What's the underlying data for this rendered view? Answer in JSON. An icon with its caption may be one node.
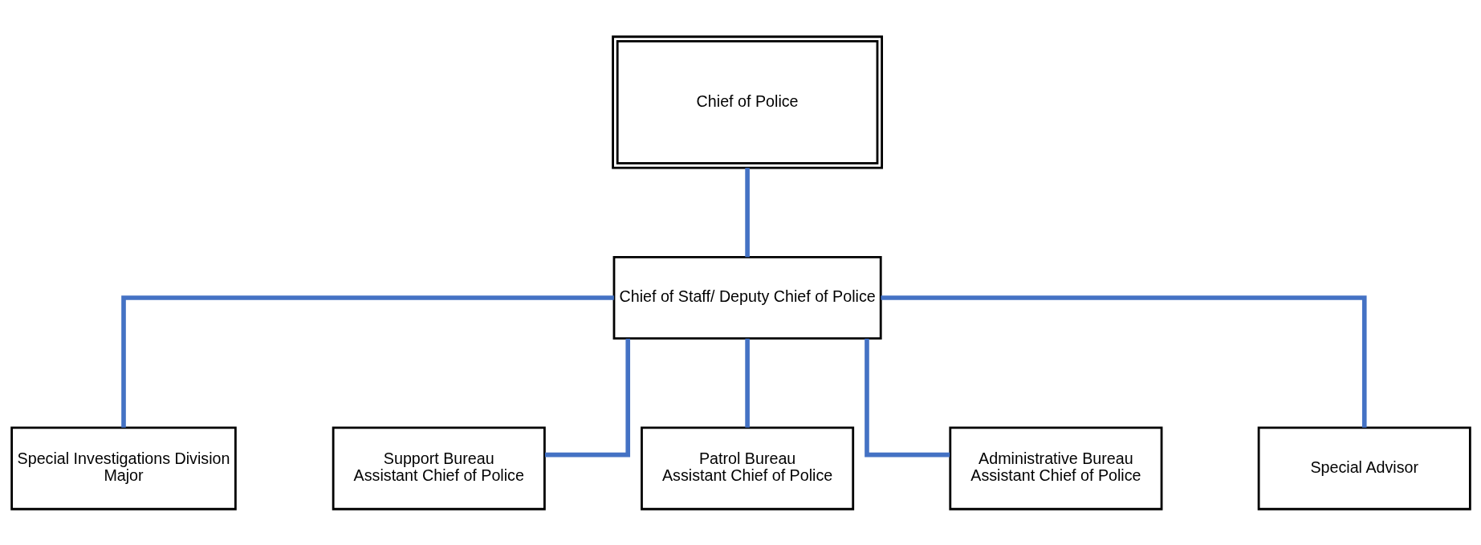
{
  "diagram": {
    "nodes": [
      {
        "text": [
          "Chief of Police"
        ]
      },
      {
        "text": [
          "Chief of Staff/ Deputy Chief of Police"
        ]
      },
      {
        "text": [
          "Special Investigations Division",
          "Major"
        ]
      },
      {
        "text": [
          "Support Bureau",
          "Assistant Chief of Police"
        ]
      },
      {
        "text": [
          "Patrol Bureau",
          "Assistant Chief of Police"
        ]
      },
      {
        "text": [
          "Administrative Bureau",
          "Assistant Chief of Police"
        ]
      },
      {
        "text": [
          "Special Advisor"
        ]
      }
    ],
    "edges": [
      {
        "from": 0,
        "to": 1,
        "arrow": "none"
      },
      {
        "from": 1,
        "to": 2,
        "arrow": "none"
      },
      {
        "from": 1,
        "to": 3,
        "arrow": "none"
      },
      {
        "from": 1,
        "to": 4,
        "arrow": "none"
      },
      {
        "from": 1,
        "to": 5,
        "arrow": "none"
      },
      {
        "from": 1,
        "to": 6,
        "arrow": "none"
      }
    ]
  }
}
